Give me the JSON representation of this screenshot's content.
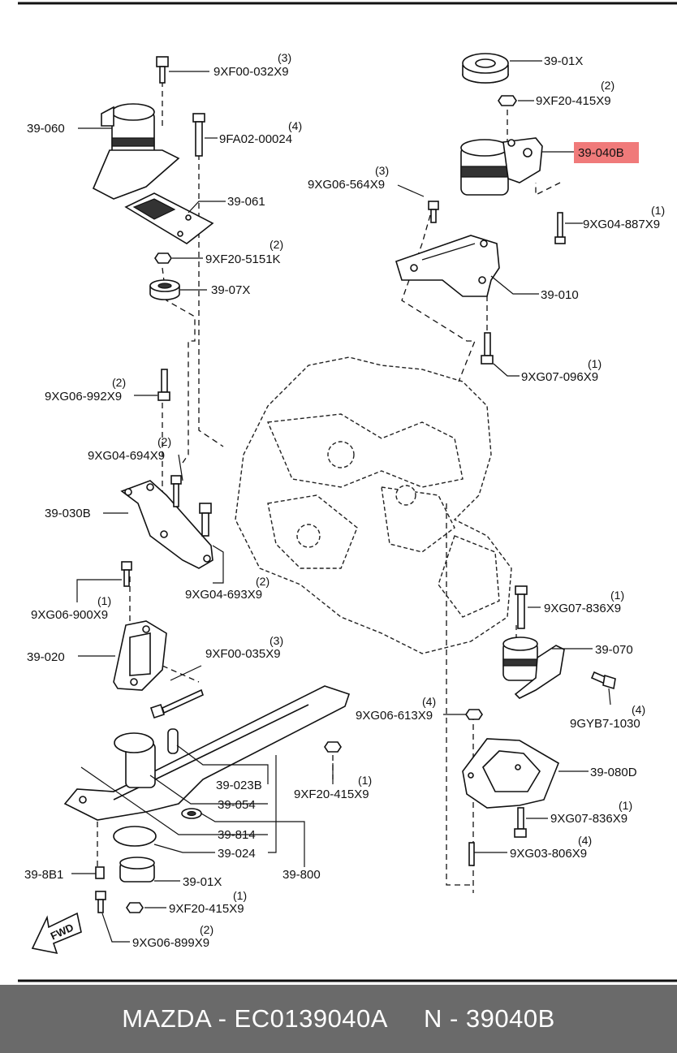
{
  "highlight_color": "#f07a7a",
  "labels": {
    "p39_01x_top": "39-01X",
    "p9xf20_415x9_top": "9XF20-415X9",
    "p9xf20_415x9_top_qty": "(2)",
    "p39_040b": "39-040B",
    "p9xg04_887x9": "9XG04-887X9",
    "p9xg04_887x9_qty": "(1)",
    "p9xg06_564x9": "9XG06-564X9",
    "p9xg06_564x9_qty": "(3)",
    "p39_010": "39-010",
    "p9xg07_096x9": "9XG07-096X9",
    "p9xg07_096x9_qty": "(1)",
    "p9xf00_032x9": "9XF00-032X9",
    "p9xf00_032x9_qty": "(3)",
    "p39_060": "39-060",
    "p9fa02_00024": "9FA02-00024",
    "p9fa02_00024_qty": "(4)",
    "p39_061": "39-061",
    "p9xf20_5151k": "9XF20-5151K",
    "p9xf20_5151k_qty": "(2)",
    "p39_07x": "39-07X",
    "p9xg06_992x9": "9XG06-992X9",
    "p9xg06_992x9_qty": "(2)",
    "p9xg04_694x9": "9XG04-694X9",
    "p9xg04_694x9_qty": "(2)",
    "p39_030b": "39-030B",
    "p9xg04_693x9": "9XG04-693X9",
    "p9xg04_693x9_qty": "(2)",
    "p9xg06_900x9": "9XG06-900X9",
    "p9xg06_900x9_qty": "(1)",
    "p39_020": "39-020",
    "p9xf00_035x9": "9XF00-035X9",
    "p9xf00_035x9_qty": "(3)",
    "p9xg07_836x9_a": "9XG07-836X9",
    "p9xg07_836x9_a_qty": "(1)",
    "p39_070": "39-070",
    "p9gyb7_1030": "9GYB7-1030",
    "p9gyb7_1030_qty": "(4)",
    "p9xg06_613x9": "9XG06-613X9",
    "p9xg06_613x9_qty": "(4)",
    "p39_080d": "39-080D",
    "p9xg07_836x9_b": "9XG07-836X9",
    "p9xg07_836x9_b_qty": "(1)",
    "p9xg03_806x9": "9XG03-806X9",
    "p9xg03_806x9_qty": "(4)",
    "p39_023b": "39-023B",
    "p9xf20_415x9_mid": "9XF20-415X9",
    "p9xf20_415x9_mid_qty": "(1)",
    "p39_054": "39-054",
    "p39_814": "39-814",
    "p39_024": "39-024",
    "p39_800": "39-800",
    "p39_8b1": "39-8B1",
    "p39_01x_bottom": "39-01X",
    "p9xf20_415x9_bottom": "9XF20-415X9",
    "p9xf20_415x9_bottom_qty": "(1)",
    "p9xg06_899x9": "9XG06-899X9",
    "p9xg06_899x9_qty": "(2)",
    "fwd": "FWD"
  },
  "footer": {
    "brand_part": "MAZDA - EC0139040A",
    "ref_number": "N - 39040B"
  }
}
